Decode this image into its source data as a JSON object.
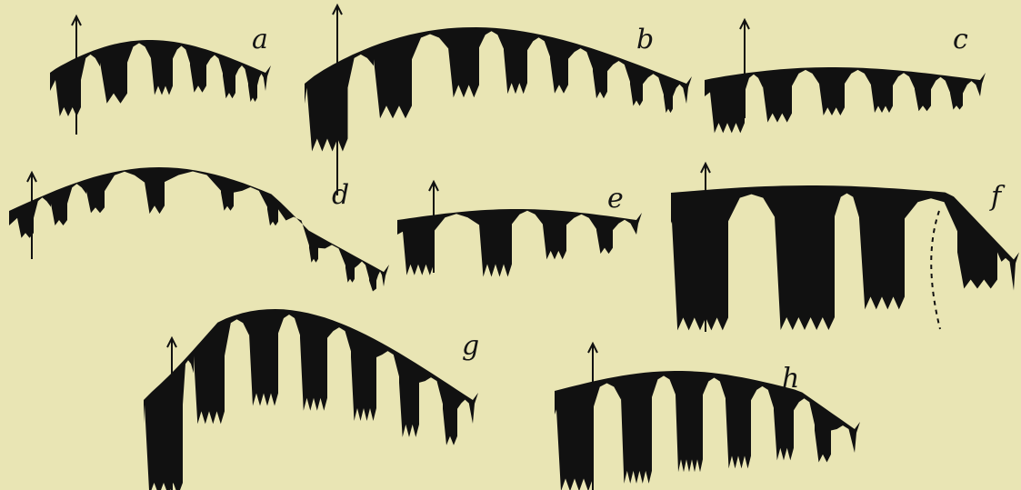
{
  "figure": {
    "background": "#e9e5b4",
    "ink": "#111111",
    "panels": [
      {
        "id": "a",
        "label": "a"
      },
      {
        "id": "b",
        "label": "b"
      },
      {
        "id": "c",
        "label": "c"
      },
      {
        "id": "d",
        "label": "d"
      },
      {
        "id": "e",
        "label": "e"
      },
      {
        "id": "f",
        "label": "f"
      },
      {
        "id": "g",
        "label": "g"
      },
      {
        "id": "h",
        "label": "h"
      }
    ]
  }
}
